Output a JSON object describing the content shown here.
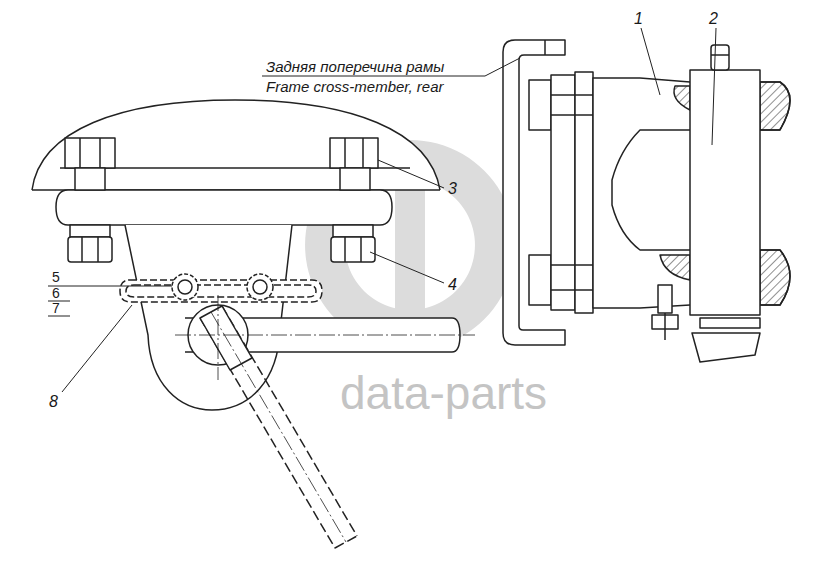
{
  "diagram": {
    "labels": [
      "Задняя поперечина рамы",
      "Frame cross-member, rear",
      "1",
      "2",
      "3",
      "4",
      "5",
      "6",
      "7",
      "8",
      "data-parts"
    ]
  }
}
